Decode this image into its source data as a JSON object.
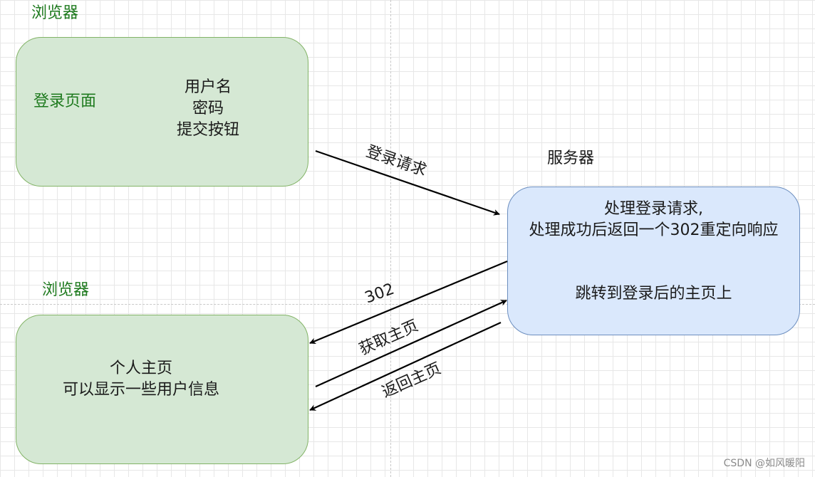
{
  "top_browser": {
    "title": "浏览器",
    "page_name": "登录页面",
    "fields": [
      "用户名",
      "密码",
      "提交按钮"
    ]
  },
  "server": {
    "title": "服务器",
    "line1": "处理登录请求,",
    "line2": "处理成功后返回一个302重定向响应",
    "line3": "跳转到登录后的主页上"
  },
  "bottom_browser": {
    "title": "浏览器",
    "line1": "个人主页",
    "line2": "可以显示一些用户信息"
  },
  "arrows": {
    "login_request": "登录请求",
    "redirect_302": "302",
    "get_home": "获取主页",
    "return_home": "返回主页"
  },
  "watermark": "CSDN @如风暖阳"
}
